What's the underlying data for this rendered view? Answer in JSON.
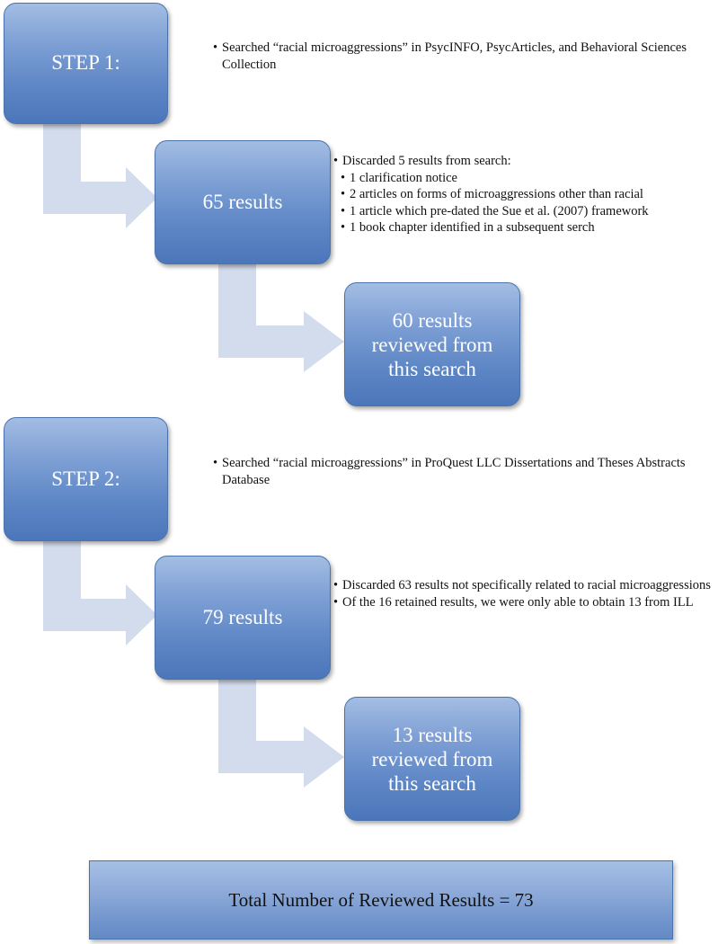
{
  "step1": {
    "title": "STEP 1:",
    "note": "Searched “racial microaggressions” in PsycINFO, PsycArticles, and Behavioral Sciences Collection",
    "results": "65 results",
    "discard_notes": [
      "Discarded 5 results from search:",
      "1 clarification notice",
      "2 articles on forms of microaggressions other than racial",
      "1 article which pre-dated the Sue et al. (2007) framework",
      "1 book chapter identified in a subsequent serch"
    ],
    "reviewed": "60 results reviewed from this search"
  },
  "step2": {
    "title": "STEP 2:",
    "note": "Searched “racial microaggressions” in ProQuest LLC Dissertations and Theses Abstracts Database",
    "results": "79 results",
    "discard_notes": [
      "Discarded 63 results not specifically related to racial microaggressions",
      "Of the 16 retained results, we were only able to obtain 13 from ILL"
    ],
    "reviewed": "13 results reviewed from this search"
  },
  "total": "Total Number of Reviewed Results = 73",
  "colors": {
    "box_fill": "#5d86c5",
    "box_border": "#4a73ab",
    "arrow_fill": "#d3dced"
  }
}
